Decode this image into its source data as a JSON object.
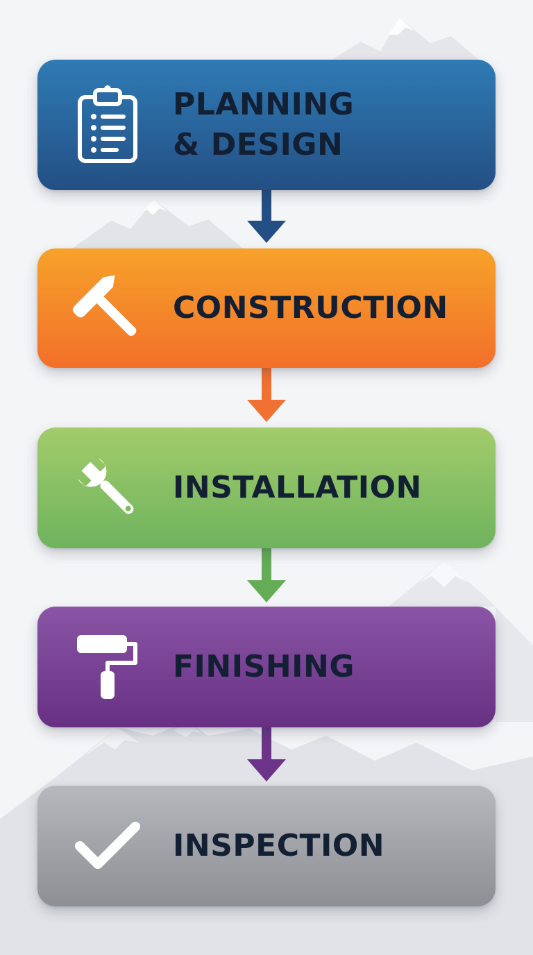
{
  "steps": [
    {
      "label_lines": [
        "PLANNING",
        "& DESIGN"
      ],
      "icon": "clipboard-icon",
      "color": "#2a5f98"
    },
    {
      "label_lines": [
        "CONSTRUCTION"
      ],
      "icon": "hammer-icon",
      "color": "#f48a2a"
    },
    {
      "label_lines": [
        "INSTALLATION"
      ],
      "icon": "wrench-icon",
      "color": "#8cc064"
    },
    {
      "label_lines": [
        "FINISHING"
      ],
      "icon": "paint-roller-icon",
      "color": "#7a4396"
    },
    {
      "label_lines": [
        "INSPECTION"
      ],
      "icon": "checkmark-icon",
      "color": "#a3a5aa"
    }
  ],
  "connectors": [
    {
      "from": "PLANNING & DESIGN",
      "to": "CONSTRUCTION",
      "color": "#234f84"
    },
    {
      "from": "CONSTRUCTION",
      "to": "INSTALLATION",
      "color": "#f07131"
    },
    {
      "from": "INSTALLATION",
      "to": "FINISHING",
      "color": "#64ad56"
    },
    {
      "from": "FINISHING",
      "to": "INSPECTION",
      "color": "#6b3488"
    }
  ],
  "background": {
    "color": "#f4f5f7",
    "motif": "mountain-silhouettes"
  }
}
